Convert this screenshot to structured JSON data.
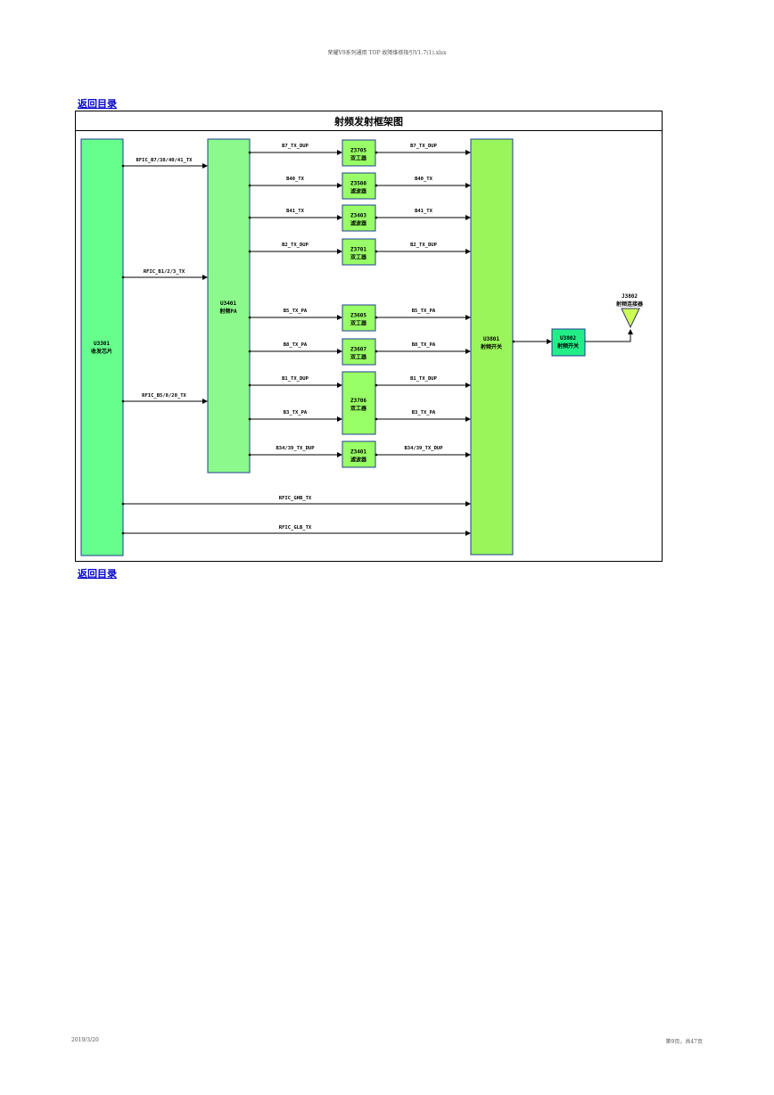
{
  "header": {
    "file_title": "荣耀V9系列通用 TOP 故障维修指引V1.7(1).xlsx"
  },
  "links": {
    "back_top": "返回目录",
    "back_bottom": "返回目录"
  },
  "diagram": {
    "title": "射频发射框架图",
    "transceiver": {
      "line1": "U3301",
      "line2": "收发芯片"
    },
    "pa": {
      "line1": "U3401",
      "line2": "射频PA"
    },
    "switch": {
      "line1": "U3801",
      "line2": "射频开关"
    },
    "switch2": {
      "line1": "U3802",
      "line2": "射频开关"
    },
    "connector": {
      "line1": "J3802",
      "line2": "射频连接器"
    },
    "rfic_signals": [
      "RFIC_B7/38/40/41_TX",
      "RFIC_B1/2/3_TX",
      "RFIC_B5/8/20_TX",
      "RFIC_GHB_TX",
      "RFIC_GLB_TX"
    ],
    "filters": [
      {
        "id": "Z3705",
        "type": "双工器"
      },
      {
        "id": "Z3500",
        "type": "滤波器"
      },
      {
        "id": "Z3403",
        "type": "滤波器"
      },
      {
        "id": "Z3701",
        "type": "双工器"
      },
      {
        "id": "Z3605",
        "type": "双工器"
      },
      {
        "id": "Z3607",
        "type": "双工器"
      },
      {
        "id": "Z3706",
        "type": "双工器"
      },
      {
        "id": "Z3401",
        "type": "滤波器"
      }
    ],
    "left_signals": [
      "B7_TX_DUP",
      "B40_TX",
      "B41_TX",
      "B2_TX_DUP",
      "B5_TX_PA",
      "B8_TX_PA",
      "B1_TX_DUP",
      "B3_TX_PA",
      "B34/39_TX_DUP"
    ],
    "right_signals": [
      "B7_TX_DUP",
      "B40_TX",
      "B41_TX",
      "B2_TX_DUP",
      "B5_TX_PA",
      "B8_TX_PA",
      "B1_TX_DUP",
      "B3_TX_PA",
      "B34/39_TX_DUP"
    ],
    "colors": {
      "dark_green": "#66ff8c",
      "pa_green": "#8cf98c",
      "filter_green": "#99ff66",
      "switch_green": "#99f55a",
      "u3802_green": "#22ee88",
      "antenna": "#ccff55",
      "border_blue": "#1f3f8f"
    }
  },
  "footer": {
    "date": "2019/3/20",
    "page": "第9页，共47页"
  }
}
